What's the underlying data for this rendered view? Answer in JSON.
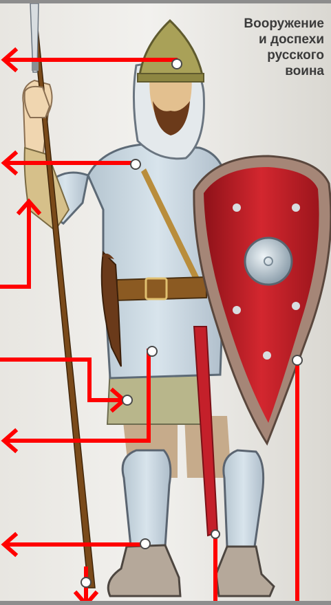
{
  "title": {
    "line1": "Вооружение",
    "line2": "и доспехи",
    "line3": "русского",
    "line4": "воина"
  },
  "colors": {
    "pointer_line": "#ff0000",
    "chainmail": "#c8d6e0",
    "shield_face": "#c8232c",
    "shield_rim": "#a58677",
    "helmet": "#a29a55",
    "spear_shaft": "#7a4a1a",
    "belt": "#8a5a22",
    "skirt": "#b7b68e",
    "leg": "#c2a88a"
  },
  "callouts": [
    {
      "id": "helmet",
      "direction": "left"
    },
    {
      "id": "chainmail-hood",
      "direction": "left"
    },
    {
      "id": "spear",
      "direction": "up"
    },
    {
      "id": "belt",
      "direction": "right"
    },
    {
      "id": "chainmail-hem",
      "direction": "left"
    },
    {
      "id": "greave",
      "direction": "left"
    },
    {
      "id": "spear-butt",
      "direction": "down"
    },
    {
      "id": "scabbard",
      "direction": "down"
    },
    {
      "id": "shield",
      "direction": "down"
    }
  ]
}
